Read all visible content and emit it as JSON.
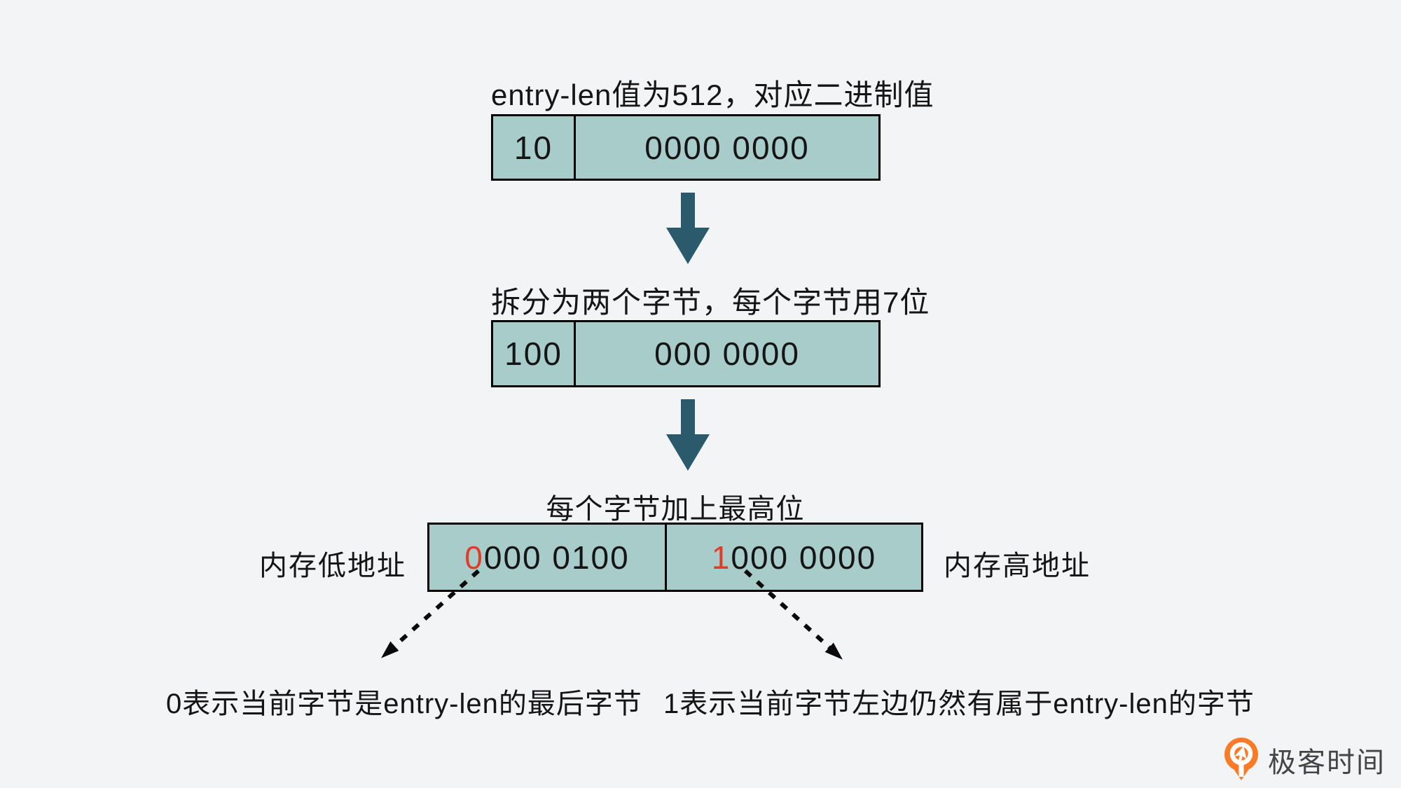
{
  "colors": {
    "background": "#f2f4f6",
    "box_fill": "#a7ccc9",
    "box_border": "#000000",
    "arrow_teal": "#2b5a6c",
    "highlight_red": "#e03c28",
    "brand_orange": "#f97b28",
    "text": "#151515"
  },
  "step1": {
    "title": "entry-len值为512，对应二进制值",
    "cells": [
      "10",
      "0000 0000"
    ]
  },
  "step2": {
    "title": "拆分为两个字节，每个字节用7位",
    "cells": [
      "100",
      "000 0000"
    ]
  },
  "step3": {
    "title": "每个字节加上最高位",
    "left_label": "内存低地址",
    "right_label": "内存高地址",
    "cells": [
      {
        "highlight": "0",
        "rest": "000 0100"
      },
      {
        "highlight": "1",
        "rest": "000 0000"
      }
    ]
  },
  "annotations": {
    "left": "0表示当前字节是entry-len的最后字节",
    "right": "1表示当前字节左边仍然有属于entry-len的字节"
  },
  "footer": {
    "brand": "极客时间"
  }
}
